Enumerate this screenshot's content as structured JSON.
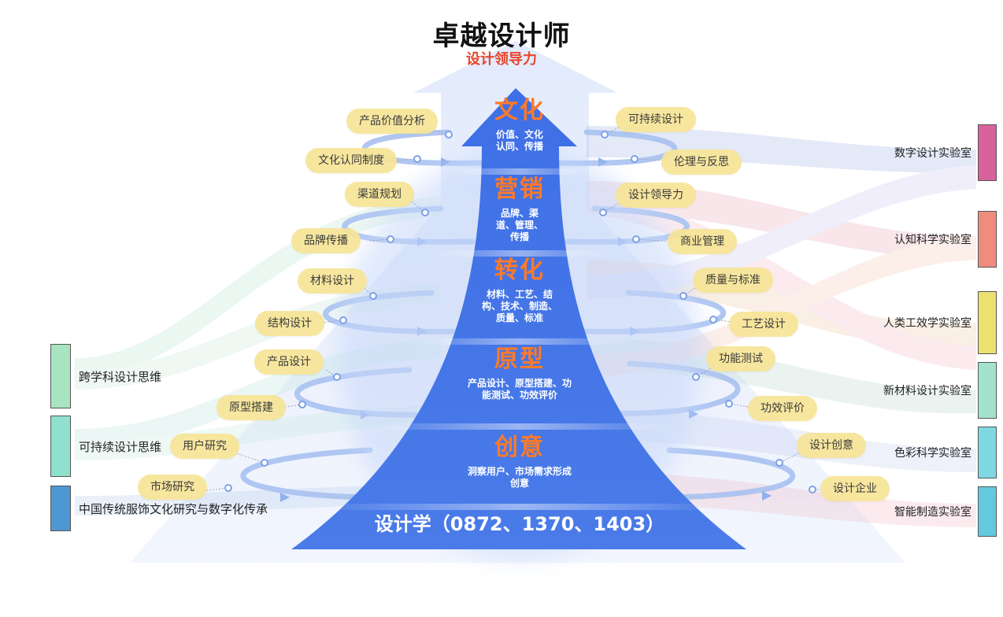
{
  "header": {
    "title": "卓越设计师",
    "subtitle": "设计领导力"
  },
  "stages": [
    {
      "name": "文化",
      "desc": [
        "价值、文化",
        "认同、传播"
      ]
    },
    {
      "name": "营销",
      "desc": [
        "品牌、渠",
        "道、管理、",
        "传播"
      ]
    },
    {
      "name": "转化",
      "desc": [
        "材料、工艺、结",
        "构、技术、制造、",
        "质量、标准"
      ]
    },
    {
      "name": "原型",
      "desc": [
        "产品设计、原型搭建、功",
        "能测试、功效评价"
      ]
    },
    {
      "name": "创意",
      "desc": [
        "洞察用户、市场需求形成",
        "创意"
      ]
    }
  ],
  "base": {
    "label": "设计学（0872、1370、1403）"
  },
  "left_pills": [
    "产品价值分析",
    "文化认同制度",
    "渠道规划",
    "品牌传播",
    "材料设计",
    "结构设计",
    "产品设计",
    "原型搭建",
    "用户研究",
    "市场研究"
  ],
  "right_pills": [
    "可持续设计",
    "伦理与反思",
    "设计领导力",
    "商业管理",
    "质量与标准",
    "工艺设计",
    "功能测试",
    "功效评价",
    "设计创意",
    "设计企业"
  ],
  "labs": [
    {
      "label": "数字设计实验室",
      "color": "#d9619c"
    },
    {
      "label": "认知科学实验室",
      "color": "#ef8c7e"
    },
    {
      "label": "人类工效学实验室",
      "color": "#ece070"
    },
    {
      "label": "新材料设计实验室",
      "color": "#a3e2cc"
    },
    {
      "label": "色彩科学实验室",
      "color": "#7fd7e2"
    },
    {
      "label": "智能制造实验室",
      "color": "#64c9de"
    }
  ],
  "thinking": [
    {
      "label": "跨学科设计思维",
      "color": "#a9e4c0"
    },
    {
      "label": "可持续设计思维",
      "color": "#8fe0cc"
    },
    {
      "label": "中国传统服饰文化研究与数字化传承",
      "color": "#4f97d3"
    }
  ],
  "colors": {
    "accent": "#ff7a2a",
    "subtitle": "#e8452c",
    "pyramid": "#3f70e6",
    "pill": "#f6e496"
  }
}
